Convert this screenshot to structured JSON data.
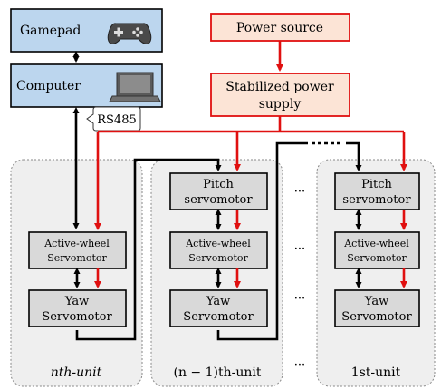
{
  "nodes": {
    "gamepad": "Gamepad",
    "computer": "Computer",
    "rs485": "RS485",
    "power_source": "Power source",
    "stabilized_supply_line1": "Stabilized power",
    "stabilized_supply_line2": "supply"
  },
  "motor_labels": {
    "pitch_line1": "Pitch",
    "pitch_line2": "servomotor",
    "active_line1": "Active-wheel",
    "active_line2": "Servomotor",
    "yaw_line1": "Yaw",
    "yaw_line2": "Servomotor"
  },
  "units": {
    "nth": "nth-unit",
    "n_minus_1": "(n − 1)th-unit",
    "first": "1st-unit"
  },
  "ellipsis": "···",
  "colors": {
    "blue_fill": "#bcd6ee",
    "power_fill": "#fce4d6",
    "power_red": "#e01010",
    "motor_gray": "#d9d9d9",
    "panel_gray": "#efefef"
  },
  "icons": [
    "gamepad-icon",
    "laptop-icon"
  ]
}
